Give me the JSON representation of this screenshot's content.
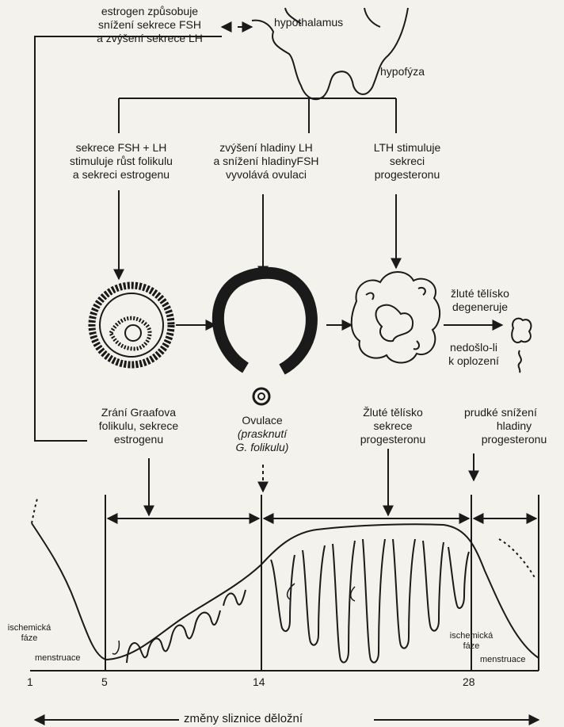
{
  "labels": {
    "estrogen_feedback": [
      "estrogen způsobuje",
      "snížení sekrece FSH",
      "a zvýšení sekrece LH"
    ],
    "hypothalamus": "hypothalamus",
    "hypofyza": "hypofýza",
    "fsh_lh": [
      "sekrece FSH + LH",
      "stimuluje růst folikulu",
      "a sekreci estrogenu"
    ],
    "lh_fsh": [
      "zvýšení hladiny LH",
      "a snížení hladinyFSH",
      "vyvolává ovulaci"
    ],
    "lth": [
      "LTH stimuluje",
      "sekreci",
      "progesteronu"
    ],
    "corpus_degen": [
      "žluté tělísko",
      "degeneruje"
    ],
    "no_fert": [
      "nedošlo-li",
      "k oplození"
    ],
    "graaf": [
      "Zrání Graafova",
      "folikulu, sekrece",
      "estrogenu"
    ],
    "ovulation": [
      "Ovulace"
    ],
    "ovulation_sub": [
      "(prasknutí",
      "G. folikulu)"
    ],
    "corpus_luteum": [
      "Žluté tělísko",
      "sekrece",
      "progesteronu"
    ],
    "prog_drop": [
      "prudké snížení",
      "hladiny",
      "progesteronu"
    ],
    "ischemic_left": [
      "ischemická",
      "fáze"
    ],
    "ischemic_right": [
      "ischemická",
      "fáze"
    ],
    "mens_left": "menstruace",
    "mens_right": "menstruace",
    "day_1": "1",
    "day_5": "5",
    "day_14": "14",
    "day_28": "28",
    "bottom": "změny sliznice děložní"
  }
}
